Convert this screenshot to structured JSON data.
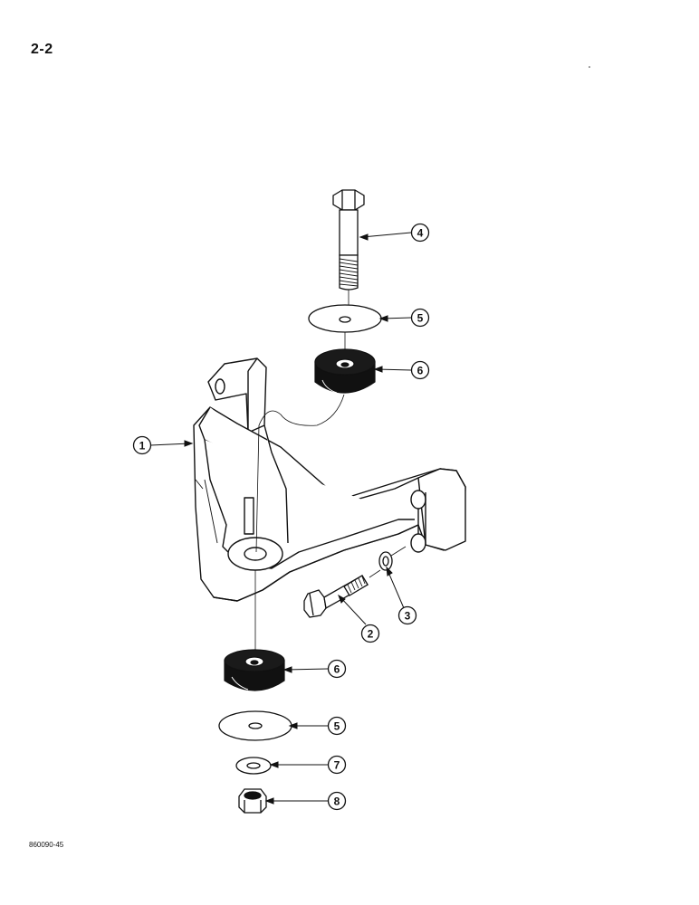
{
  "page": {
    "number": "2-2",
    "figure_code": "860090-45"
  },
  "callouts": [
    {
      "id": "c4",
      "label": "4"
    },
    {
      "id": "c5-top",
      "label": "5"
    },
    {
      "id": "c6-top",
      "label": "6"
    },
    {
      "id": "c1",
      "label": "1"
    },
    {
      "id": "c3",
      "label": "3"
    },
    {
      "id": "c2",
      "label": "2"
    },
    {
      "id": "c6-bottom",
      "label": "6"
    },
    {
      "id": "c5-bottom",
      "label": "5"
    },
    {
      "id": "c7",
      "label": "7"
    },
    {
      "id": "c8",
      "label": "8"
    }
  ]
}
